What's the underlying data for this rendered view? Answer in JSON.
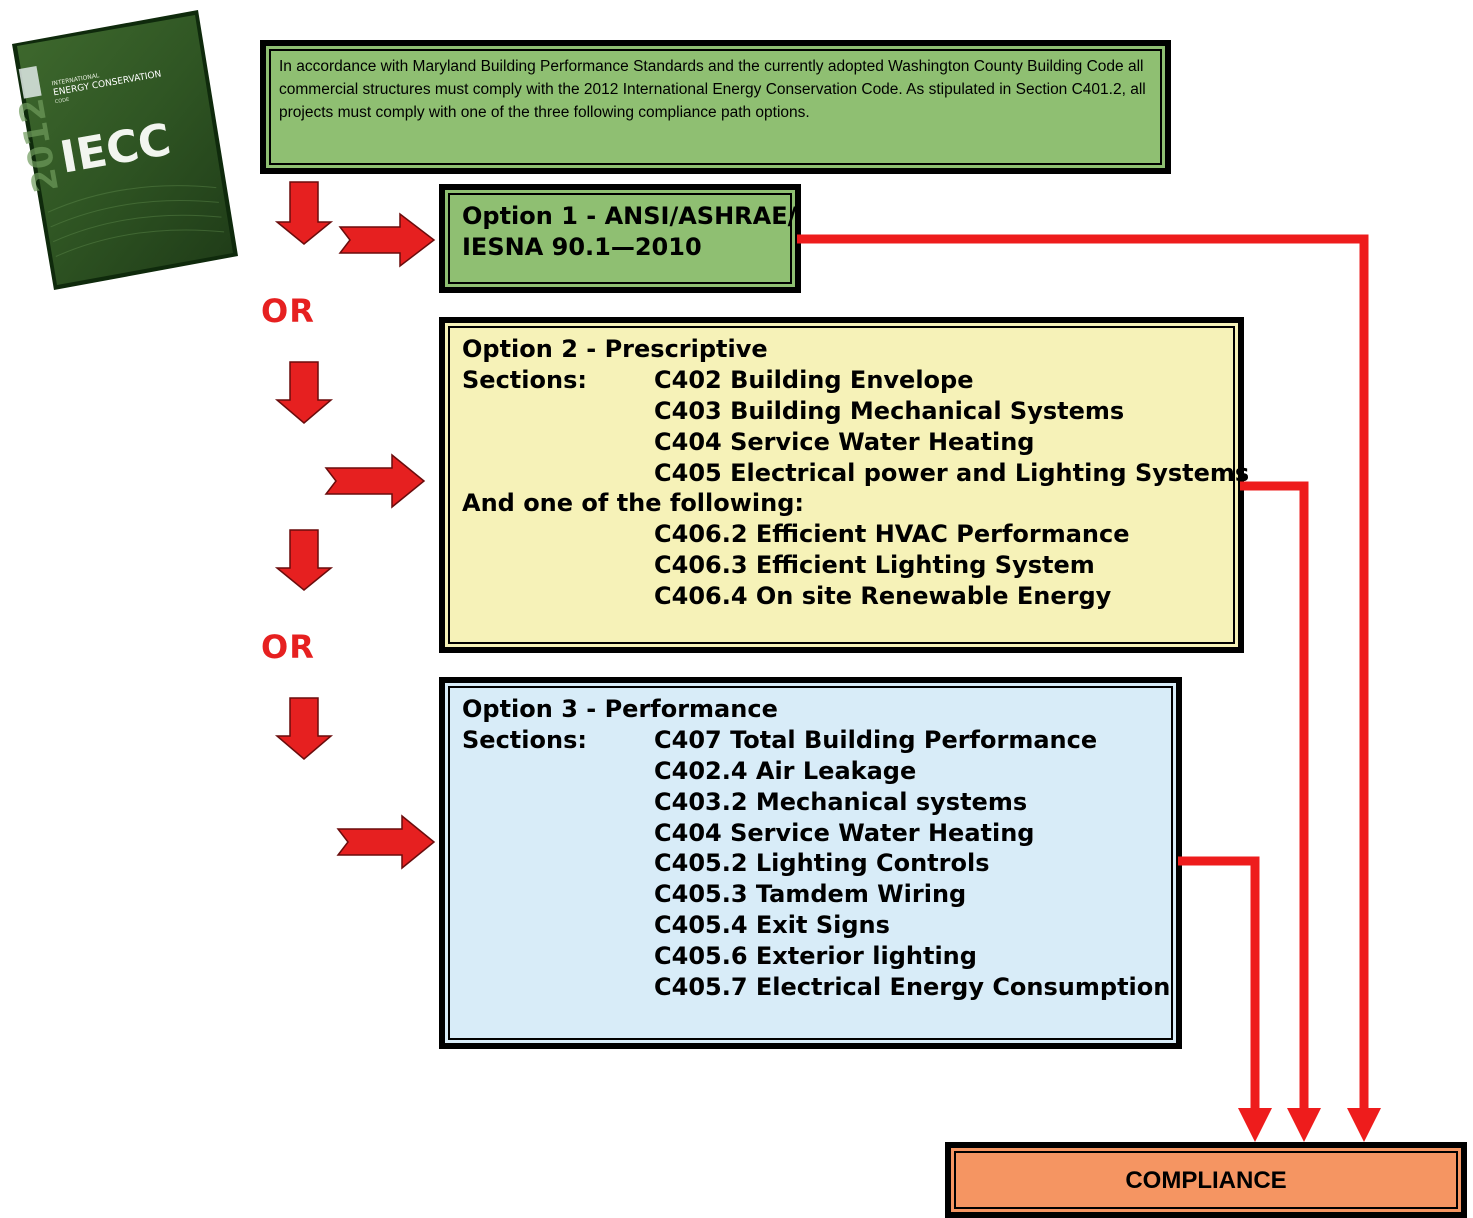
{
  "book_cover": {
    "year": "2012",
    "series": "INTERNATIONAL",
    "title": "ENERGY CONSERVATION",
    "subtitle": "CODE",
    "logo_text": "IECC"
  },
  "intro_text": "In accordance with Maryland Building Performance Standards and the currently adopted Washington County Building Code all commercial structures must comply with the 2012 International Energy Conservation Code. As stipulated in Section C401.2, all projects must comply with one of the three following compliance path options.",
  "or_label_1": "OR",
  "or_label_2": "OR",
  "option1": {
    "lines": [
      "Option 1 - ANSI/ASHRAE/",
      "IESNA 90.1—2010"
    ]
  },
  "option2": {
    "title": "Option  2 - Prescriptive",
    "sections_label": "Sections:",
    "sections": [
      "C402 Building Envelope",
      "C403 Building Mechanical Systems",
      "C404 Service Water Heating",
      "C405 Electrical power and Lighting Systems"
    ],
    "additional_label": "And one of the following:",
    "additional": [
      "C406.2 Efficient HVAC Performance",
      "C406.3 Efficient Lighting System",
      "C406.4 On site Renewable Energy"
    ]
  },
  "option3": {
    "title": "Option  3 - Performance",
    "sections_label": "Sections:",
    "sections": [
      "C407 Total Building Performance",
      "C402.4 Air Leakage",
      "C403.2 Mechanical systems",
      "C404 Service Water Heating",
      "C405.2 Lighting Controls",
      "C405.3 Tamdem Wiring",
      "C405.4 Exit Signs",
      "C405.6 Exterior lighting",
      "C405.7 Electrical Energy Consumption"
    ]
  },
  "compliance_label": "COMPLIANCE",
  "colors": {
    "arrow": "#e62020",
    "connector": "#ee1c1c",
    "intro_fill": "#8fbf72",
    "option1_fill": "#8fbf72",
    "option2_fill": "#f6f2b8",
    "option3_fill": "#d8ecf8",
    "compliance_fill": "#f59562"
  }
}
